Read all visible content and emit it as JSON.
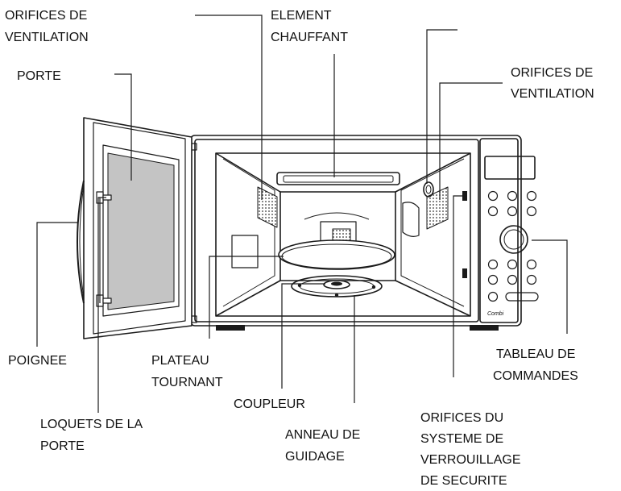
{
  "labels": {
    "vent_left": [
      "ORIFICES DE",
      "VENTILATION"
    ],
    "heating_element": [
      "ELEMENT",
      "CHAUFFANT"
    ],
    "vent_right": [
      "ORIFICES DE",
      "VENTILATION"
    ],
    "door": [
      "PORTE"
    ],
    "handle": [
      "POIGNEE"
    ],
    "turntable": [
      "PLATEAU",
      "TOURNANT"
    ],
    "coupler": [
      "COUPLEUR"
    ],
    "door_latches": [
      "LOQUETS DE LA",
      "PORTE"
    ],
    "guide_ring": [
      "ANNEAU DE",
      "GUIDAGE"
    ],
    "control_panel": [
      "TABLEAU DE",
      "COMMANDES"
    ],
    "interlock_holes": [
      "ORIFICES DU",
      "SYSTEME DE",
      "VERROUILLAGE",
      "DE SECURITE"
    ]
  },
  "panel_brand": "Combi",
  "colors": {
    "line": "#1a1a1a",
    "door_glass": "#c4c4c4",
    "text": "#111111"
  }
}
